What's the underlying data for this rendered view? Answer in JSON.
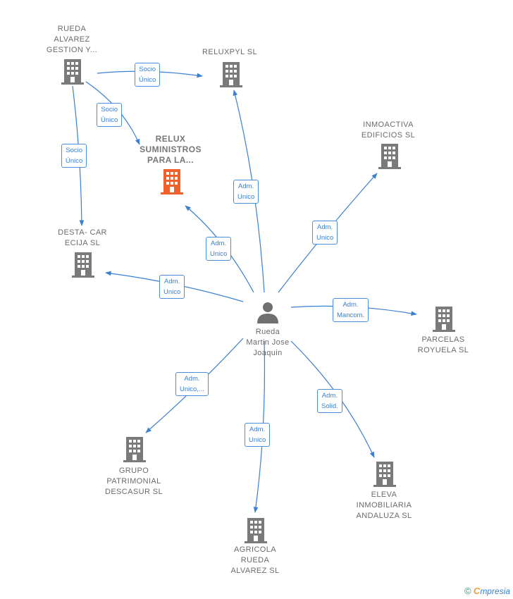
{
  "nodes": {
    "rueda_alvarez": {
      "lines": [
        "RUEDA",
        "ALVAREZ",
        "GESTION Y..."
      ]
    },
    "reluxpyl": {
      "lines": [
        "RELUXPYL  SL"
      ]
    },
    "relux_suministros": {
      "lines": [
        "RELUX",
        "SUMINISTROS",
        "PARA LA..."
      ]
    },
    "inmoactiva": {
      "lines": [
        "INMOACTIVA",
        "EDIFICIOS  SL"
      ]
    },
    "desta_car": {
      "lines": [
        "DESTA- CAR",
        "ECIJA SL"
      ]
    },
    "parcelas": {
      "lines": [
        "PARCELAS",
        "ROYUELA  SL"
      ]
    },
    "grupo_patrimonial": {
      "lines": [
        "GRUPO",
        "PATRIMONIAL",
        "DESCASUR  SL"
      ]
    },
    "eleva": {
      "lines": [
        "ELEVA",
        "INMOBILIARIA",
        "ANDALUZA SL"
      ]
    },
    "agricola": {
      "lines": [
        "AGRICOLA",
        "RUEDA",
        "ALVAREZ  SL"
      ]
    },
    "person": {
      "lines": [
        "Rueda",
        "Martin Jose",
        "Joaquin"
      ]
    }
  },
  "relations": {
    "r1": [
      "Socio",
      "Único"
    ],
    "r2": [
      "Socio",
      "Único"
    ],
    "r3": [
      "Socio",
      "Único"
    ],
    "r4": [
      "Adm.",
      "Unico"
    ],
    "r5": [
      "Adm.",
      "Unico"
    ],
    "r6": [
      "Adm.",
      "Unico"
    ],
    "r7": [
      "Adm.",
      "Unico"
    ],
    "r8": [
      "Adm.",
      "Mancom."
    ],
    "r9": [
      "Adm.",
      "Unico,..."
    ],
    "r10": [
      "Adm.",
      "Solid."
    ],
    "r11": [
      "Adm.",
      "Unico"
    ]
  },
  "colors": {
    "edge": "#3a7fd0",
    "building": "#7a7a7a",
    "building_highlight": "#f0602a",
    "person": "#6f6f6f"
  },
  "watermark": {
    "copyright": "©",
    "brand_initial": "C",
    "brand_rest": "mpresia"
  }
}
